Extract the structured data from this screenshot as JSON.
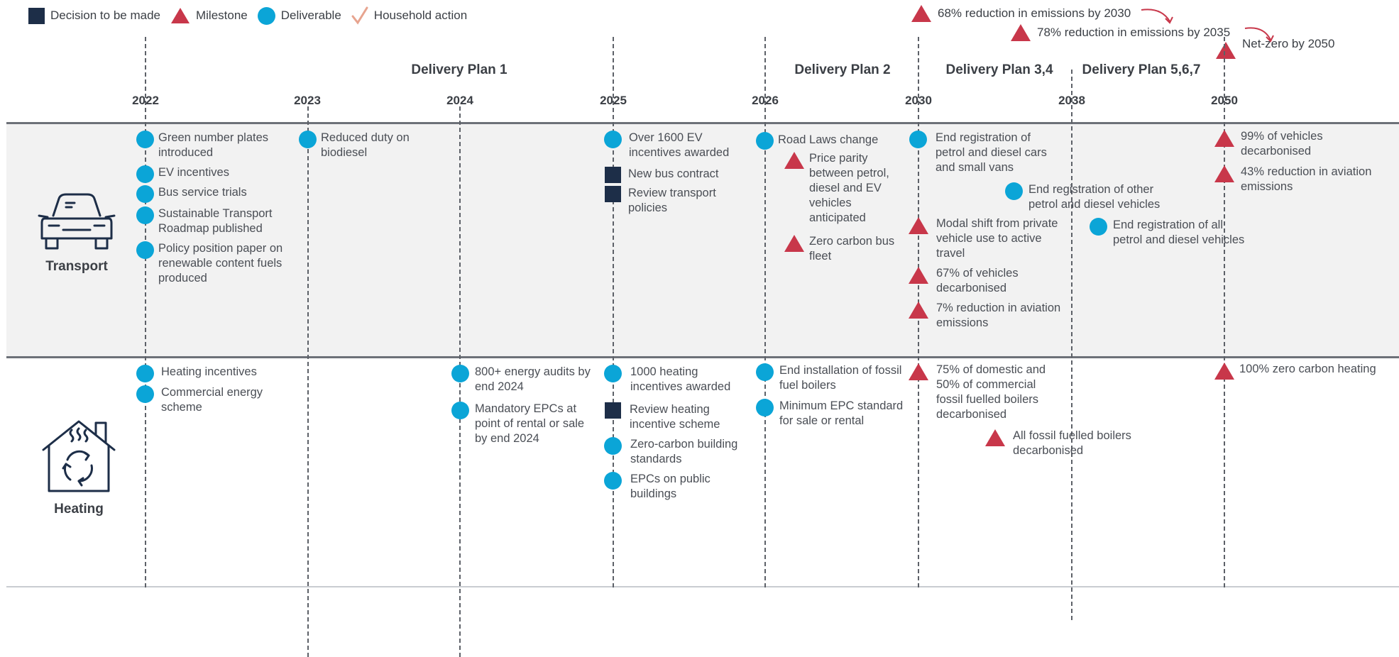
{
  "legend": {
    "decision": "Decision to be made",
    "milestone": "Milestone",
    "deliverable": "Deliverable",
    "household": "Household action"
  },
  "colors": {
    "deliverable": "#0ba5d7",
    "milestone": "#c8374a",
    "decision": "#1d2e48",
    "household": "#e7a48f",
    "band": "#f2f2f2"
  },
  "years": [
    "2022",
    "2023",
    "2024",
    "2025",
    "2026",
    "2030",
    "2038",
    "2050"
  ],
  "plans": [
    "Delivery Plan 1",
    "Delivery Plan 2",
    "Delivery Plan 3,4",
    "Delivery Plan 5,6,7"
  ],
  "top_milestones": [
    "68% reduction in emissions by 2030",
    "78% reduction in emissions by 2035",
    "Net-zero by 2050"
  ],
  "transport": {
    "label": "Transport",
    "icon": "car-icon",
    "items": [
      [
        "Green number plates",
        "introduced"
      ],
      [
        "EV incentives"
      ],
      [
        "Bus service trials"
      ],
      [
        "Sustainable Transport",
        "Roadmap published"
      ],
      [
        "Policy position paper on",
        "renewable content fuels",
        "produced"
      ],
      [
        "Reduced duty on",
        "biodiesel"
      ],
      [
        "Over 1600 EV",
        "incentives awarded"
      ],
      [
        "New bus contract"
      ],
      [
        "Review transport",
        "policies"
      ],
      [
        "Road Laws change"
      ],
      [
        "Price parity",
        "between petrol,",
        "diesel and EV",
        "vehicles",
        "anticipated"
      ],
      [
        "Zero carbon bus",
        "fleet"
      ],
      [
        "End registration of",
        "petrol and diesel cars",
        "and small vans"
      ],
      [
        "End registration of other",
        "petrol and diesel vehicles"
      ],
      [
        "End registration of all",
        "petrol and diesel vehicles"
      ],
      [
        "Modal shift from private",
        "vehicle use to active",
        "travel"
      ],
      [
        "67% of vehicles",
        "decarbonised"
      ],
      [
        "7% reduction in aviation",
        "emissions"
      ],
      [
        "99% of vehicles",
        "decarbonised"
      ],
      [
        "43% reduction in aviation",
        "emissions"
      ]
    ]
  },
  "heating": {
    "label": "Heating",
    "icon": "house-heating-icon",
    "items": [
      [
        "Heating incentives"
      ],
      [
        "Commercial energy",
        "scheme"
      ],
      [
        "800+ energy audits by",
        "end 2024"
      ],
      [
        "Mandatory EPCs at",
        "point of rental or sale",
        "by end 2024"
      ],
      [
        "1000 heating",
        "incentives awarded"
      ],
      [
        "Review heating",
        "incentive scheme"
      ],
      [
        "Zero-carbon building",
        "standards"
      ],
      [
        "EPCs on public",
        "buildings"
      ],
      [
        "End installation of fossil",
        "fuel boilers"
      ],
      [
        "Minimum EPC standard",
        "for sale or rental"
      ],
      [
        "75% of domestic and",
        "50% of commercial",
        "fossil fuelled boilers",
        "decarbonised"
      ],
      [
        "All fossil fuelled boilers",
        "decarbonised"
      ],
      [
        "100% zero carbon heating"
      ]
    ]
  }
}
